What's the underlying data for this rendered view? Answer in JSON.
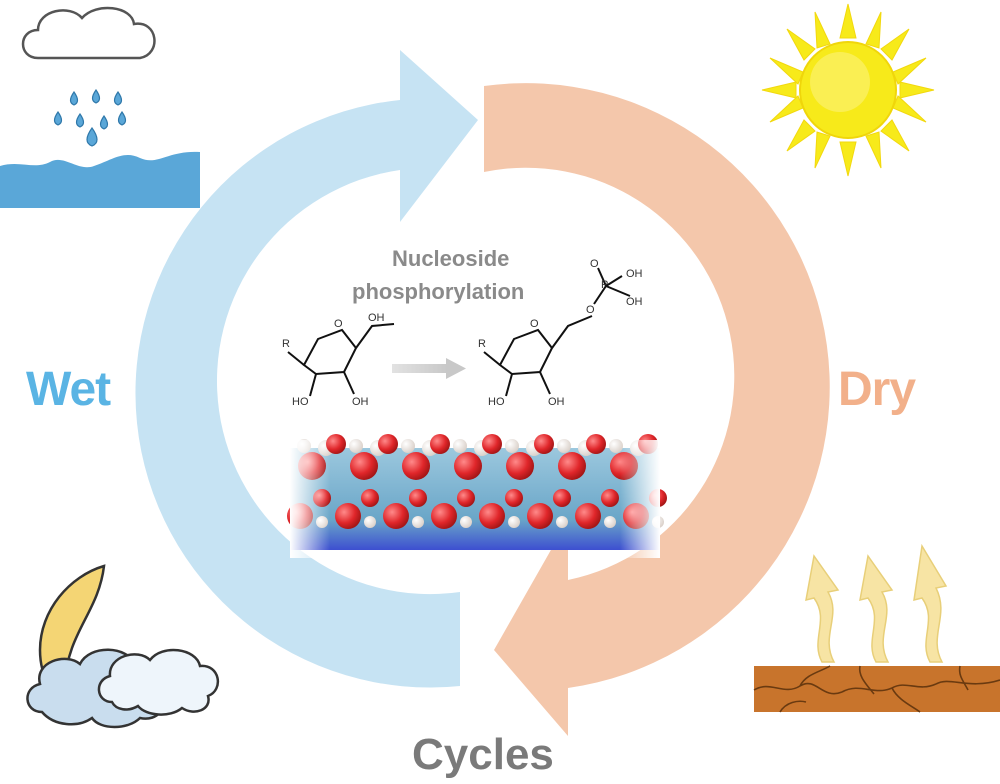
{
  "labels": {
    "wet": "Wet",
    "dry": "Dry",
    "cycles": "Cycles",
    "title_line1": "Nucleoside",
    "title_line2": "phosphorylation"
  },
  "molecule_labels": {
    "oh": "OH",
    "ho": "HO",
    "r": "R",
    "o": "O",
    "p": "P"
  },
  "colors": {
    "wet_accent": "#5ab4e4",
    "wet_arrow": "#c6e3f3",
    "dry_accent": "#f2b08a",
    "dry_arrow": "#f4c7ab",
    "water": "#5aa7d8",
    "sun": "#f7ea1a",
    "soil": "#c8742c",
    "heat": "#f7e4a4",
    "oxygen": "#e0262a",
    "hydrogen": "#f4eee9",
    "silicon": "#7fb6d4"
  },
  "icons": [
    "cloud-icon",
    "raindrop-icon",
    "water-waves-icon",
    "sun-icon",
    "moon-icon",
    "heat-waves-icon",
    "dry-soil-icon"
  ]
}
